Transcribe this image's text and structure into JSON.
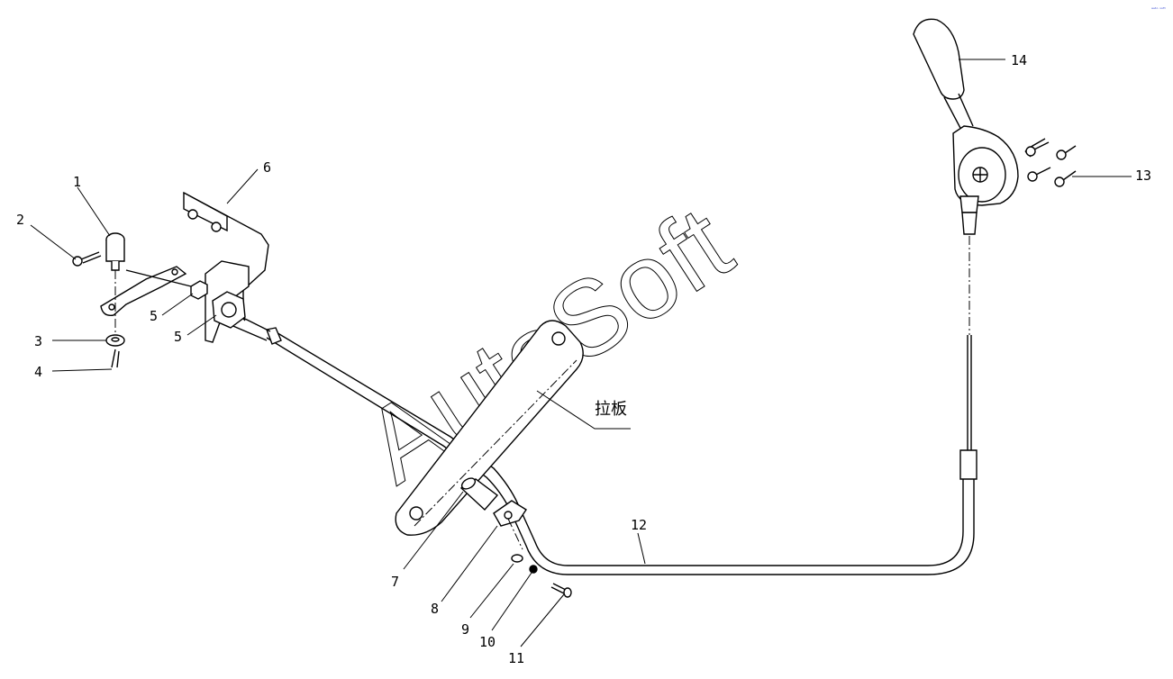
{
  "watermark": "AutoSoft",
  "corner_tag": "ᵃᵘᵗᵒ ˢᵒᶠᵗ",
  "callouts": [
    "1",
    "2",
    "3",
    "4",
    "5",
    "5",
    "6",
    "7",
    "8",
    "9",
    "10",
    "11",
    "12",
    "13",
    "14"
  ],
  "annotation": "拉板"
}
